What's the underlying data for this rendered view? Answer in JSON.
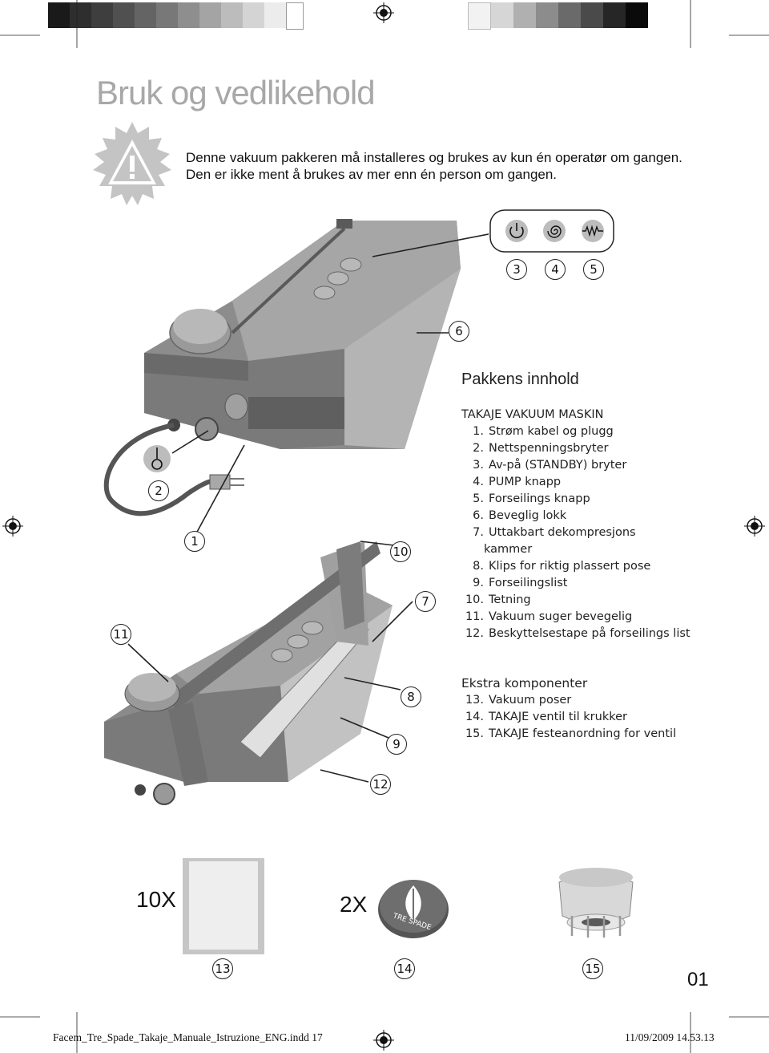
{
  "header": {
    "title": "Bruk og vedlikehold"
  },
  "warning": {
    "icon": "warning-triangle-icon",
    "line1": "Denne vakuum pakkeren må installeres og brukes av kun én operatør om gangen.",
    "line2": "Den er ikke ment å brukes av mer enn én person om gangen."
  },
  "controls": {
    "icons": [
      "power-icon",
      "spiral-pump-icon",
      "heat-seal-icon"
    ],
    "callouts": [
      "3",
      "4",
      "5"
    ]
  },
  "callouts": {
    "c1": "1",
    "c2": "2",
    "c6": "6",
    "c7": "7",
    "c8": "8",
    "c9": "9",
    "c10": "10",
    "c11": "11",
    "c12": "12",
    "c13": "13",
    "c14": "14",
    "c15": "15"
  },
  "contents": {
    "heading": "Pakkens innhold",
    "machine": "TAKAJE VAKUUM MASKIN",
    "items": [
      {
        "num": "1.",
        "label": "Strøm kabel og plugg"
      },
      {
        "num": "2.",
        "label": "Nettspenningsbryter"
      },
      {
        "num": "3.",
        "label": "Av-på (STANDBY) bryter"
      },
      {
        "num": "4.",
        "label": "PUMP knapp"
      },
      {
        "num": "5.",
        "label": "Forseilings knapp"
      },
      {
        "num": "6.",
        "label": "Beveglig lokk"
      },
      {
        "num": "7.",
        "label": "Uttakbart dekompresjons",
        "cont": "kammer"
      },
      {
        "num": "8.",
        "label": "Klips for riktig plassert pose"
      },
      {
        "num": "9.",
        "label": "Forseilingslist"
      },
      {
        "num": "10.",
        "label": "Tetning"
      },
      {
        "num": "11.",
        "label": "Vakuum suger bevegelig"
      },
      {
        "num": "12.",
        "label": "Beskyttelsestape på forseilings list"
      }
    ]
  },
  "extras": {
    "heading": "Ekstra komponenter",
    "items": [
      {
        "num": "13.",
        "label": "Vakuum poser"
      },
      {
        "num": "14.",
        "label": "TAKAJE ventil til krukker"
      },
      {
        "num": "15.",
        "label": "TAKAJE festeanordning for ventil"
      }
    ]
  },
  "accessories": {
    "bags_qty": "10X",
    "valve_qty": "2X",
    "valve_logo_text": "TRE SPADE"
  },
  "page_number": "01",
  "footer": {
    "filename": "Facem_Tre_Spade_Takaje_Manuale_Istruzione_ENG.indd   17",
    "datetime": "11/09/2009   14.53.13"
  },
  "colors": {
    "title_gray": "#a8a8a8",
    "machine_gray": "#8a8a8a",
    "machine_dark": "#5e5e5e"
  }
}
